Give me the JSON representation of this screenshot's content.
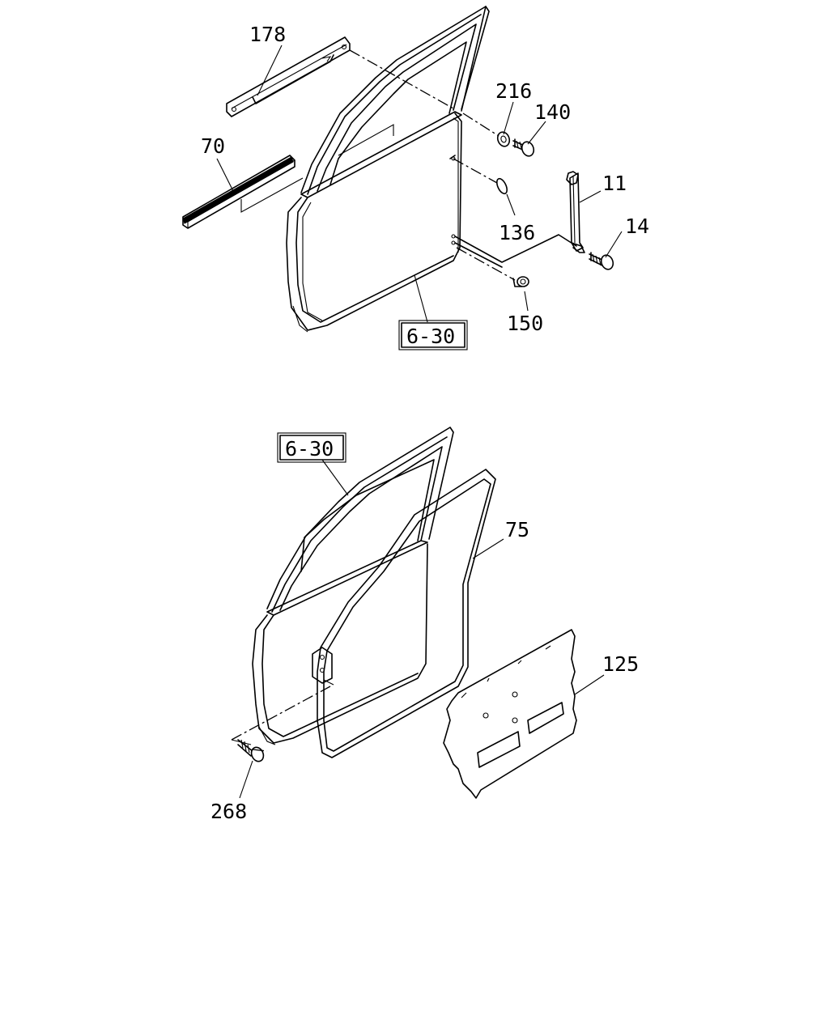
{
  "callouts": {
    "c178": "178",
    "c70": "70",
    "c216": "216",
    "c140": "140",
    "c11": "11",
    "c14": "14",
    "c136": "136",
    "c150": "150",
    "ref_top": "6-30",
    "ref_bottom": "6-30",
    "c75": "75",
    "c125": "125",
    "c268": "268"
  }
}
